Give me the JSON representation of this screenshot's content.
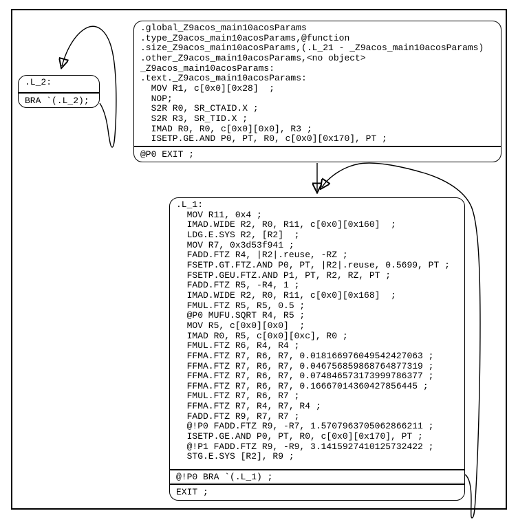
{
  "colors": {
    "stroke": "#000000",
    "background": "#ffffff",
    "text": "#000000"
  },
  "blocks": {
    "entry": {
      "directives": [
        ".global_Z9acos_main10acosParams",
        ".type_Z9acos_main10acosParams,@function",
        ".size_Z9acos_main10acosParams,(.L_21 - _Z9acos_main10acosParams)",
        ".other_Z9acos_main10acosParams,<no object>",
        "_Z9acos_main10acosParams:",
        ".text._Z9acos_main10acosParams:",
        "  MOV R1, c[0x0][0x28]  ;",
        "  NOP;",
        "  S2R R0, SR_CTAID.X ;",
        "  S2R R3, SR_TID.X ;",
        "  IMAD R0, R0, c[0x0][0x0], R3 ;",
        "  ISETP.GE.AND P0, PT, R0, c[0x0][0x170], PT ;"
      ],
      "terminator": [
        "@P0 EXIT ;"
      ]
    },
    "l2": {
      "label": [
        ".L_2:"
      ],
      "terminator": [
        "BRA `(.L_2);"
      ]
    },
    "l1": {
      "body": [
        ".L_1:",
        "  MOV R11, 0x4 ;",
        "  IMAD.WIDE R2, R0, R11, c[0x0][0x160]  ;",
        "  LDG.E.SYS R2, [R2]  ;",
        "  MOV R7, 0x3d53f941 ;",
        "  FADD.FTZ R4, |R2|.reuse, -RZ ;",
        "  FSETP.GT.FTZ.AND P0, PT, |R2|.reuse, 0.5699, PT ;",
        "  FSETP.GEU.FTZ.AND P1, PT, R2, RZ, PT ;",
        "  FADD.FTZ R5, -R4, 1 ;",
        "  IMAD.WIDE R2, R0, R11, c[0x0][0x168]  ;",
        "  FMUL.FTZ R5, R5, 0.5 ;",
        "  @P0 MUFU.SQRT R4, R5 ;",
        "  MOV R5, c[0x0][0x0]  ;",
        "  IMAD R0, R5, c[0x0][0xc], R0 ;",
        "  FMUL.FTZ R6, R4, R4 ;",
        "  FFMA.FTZ R7, R6, R7, 0.018166976049542427063 ;",
        "  FFMA.FTZ R7, R6, R7, 0.046756859868764877319 ;",
        "  FFMA.FTZ R7, R6, R7, 0.074846573173999786377 ;",
        "  FFMA.FTZ R7, R6, R7, 0.16667014360427856445 ;",
        "  FMUL.FTZ R7, R6, R7 ;",
        "  FFMA.FTZ R7, R4, R7, R4 ;",
        "  FADD.FTZ R9, R7, R7 ;",
        "  @!P0 FADD.FTZ R9, -R7, 1.5707963705062866211 ;",
        "  ISETP.GE.AND P0, PT, R0, c[0x0][0x170], PT ;",
        "  @!P1 FADD.FTZ R9, -R9, 3.1415927410125732422 ;",
        "  STG.E.SYS [R2], R9 ;"
      ],
      "branch": [
        "@!P0 BRA `(.L_1) ;"
      ],
      "exit": [
        "EXIT ;"
      ]
    }
  },
  "edges": [
    {
      "name": "l2-self-loop",
      "from": ".L_2",
      "to": ".L_2"
    },
    {
      "name": "entry-fallthrough",
      "from": "entry-block",
      "to": ".L_1"
    },
    {
      "name": "l1-self-loop",
      "from": ".L_1",
      "to": ".L_1"
    }
  ]
}
